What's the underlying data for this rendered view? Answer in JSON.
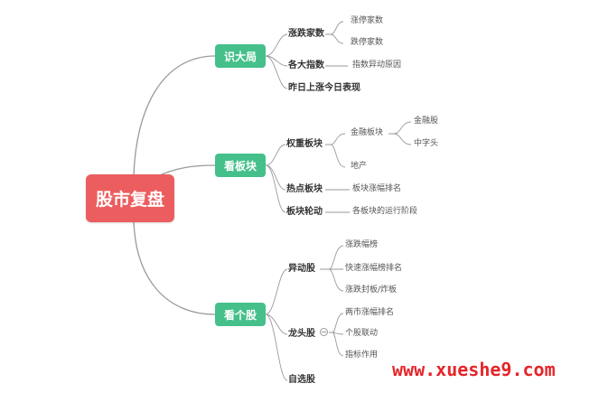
{
  "root": {
    "label": "股市复盘"
  },
  "branches": [
    {
      "label": "识大局",
      "children": [
        {
          "label": "涨跌家数",
          "children": [
            {
              "label": "涨停家数"
            },
            {
              "label": "跌停家数"
            }
          ]
        },
        {
          "label": "各大指数",
          "children": [
            {
              "label": "指数异动原因"
            }
          ]
        },
        {
          "label": "昨日上涨今日表现",
          "children": []
        }
      ]
    },
    {
      "label": "看板块",
      "children": [
        {
          "label": "权重板块",
          "children": [
            {
              "label": "金融板块",
              "children": [
                {
                  "label": "金融股"
                },
                {
                  "label": "中字头"
                }
              ]
            },
            {
              "label": "地产"
            }
          ]
        },
        {
          "label": "热点板块",
          "children": [
            {
              "label": "板块涨幅排名"
            }
          ]
        },
        {
          "label": "板块轮动",
          "children": [
            {
              "label": "各板块的运行阶段"
            }
          ]
        }
      ]
    },
    {
      "label": "看个股",
      "children": [
        {
          "label": "异动股",
          "children": [
            {
              "label": "涨跌幅榜"
            },
            {
              "label": "快速涨幅榜排名"
            },
            {
              "label": "涨跌封板/炸板"
            }
          ]
        },
        {
          "label": "龙头股",
          "collapse_symbol": "−",
          "children": [
            {
              "label": "两市涨幅排名"
            },
            {
              "label": "个股联动"
            },
            {
              "label": "指标作用"
            }
          ]
        },
        {
          "label": "自选股",
          "children": []
        }
      ]
    }
  ],
  "watermark": "www.xueshe9.com",
  "colors": {
    "root": "#ec5d5f",
    "branch": "#45c08a",
    "connector": "#9a9a9a",
    "watermark": "#e5252a"
  }
}
